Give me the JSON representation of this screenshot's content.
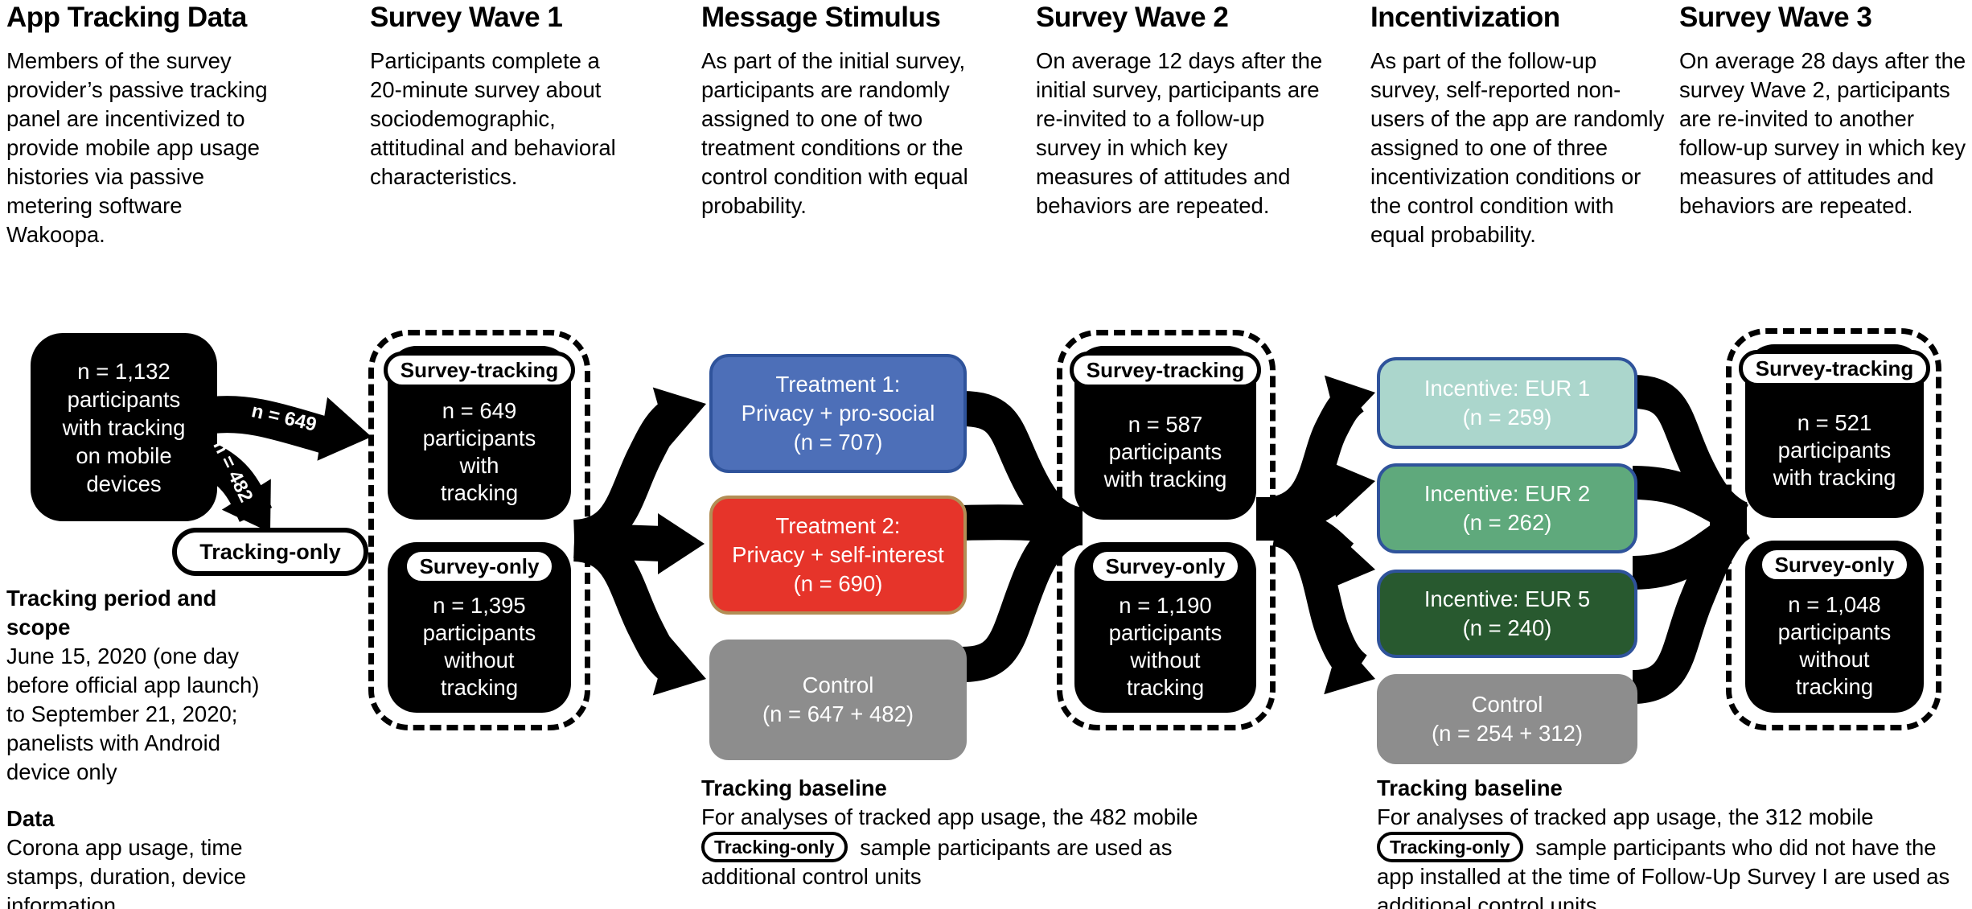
{
  "columns": [
    {
      "title": "App Tracking Data",
      "description": "Members of the survey provider’s passive tracking panel are incentivized to provide mobile app usage histories via passive metering software Wakoopa."
    },
    {
      "title": "Survey Wave 1",
      "description": "Participants complete a 20-minute survey about sociodemographic, attitudinal and behavioral characteristics."
    },
    {
      "title": "Message Stimulus",
      "description": "As part of the initial survey, participants are randomly assigned to one of two treatment conditions or the control condition with equal probability."
    },
    {
      "title": "Survey Wave 2",
      "description": "On average 12 days after the initial survey, participants are re-invited to a follow-up survey in which key measures of attitudes and behaviors are repeated."
    },
    {
      "title": "Incentivization",
      "description": "As part of the follow-up survey, self-reported non-users of the app are randomly assigned to one of three incentivization conditions or the control condition with equal probability."
    },
    {
      "title": "Survey Wave 3",
      "description": "On average 28 days after the survey Wave 2, participants are re-invited to another follow-up survey in which key measures of attitudes and behaviors are repeated."
    }
  ],
  "source_box": "n = 1,132\nparticipants\nwith tracking\non mobile\ndevices",
  "arrow_labels": {
    "to_wave1": "n = 649",
    "to_tracking_only": "n = 482"
  },
  "tracking_only_pill": "Tracking-only",
  "wave1": {
    "tracking_label": "Survey-tracking",
    "tracking_text": "n = 649\nparticipants\nwith\ntracking",
    "only_label": "Survey-only",
    "only_text": "n = 1,395\nparticipants\nwithout\ntracking"
  },
  "stimulus": {
    "treatment1": "Treatment 1:\nPrivacy + pro-social\n(n = 707)",
    "treatment2": "Treatment 2:\nPrivacy + self-interest\n(n = 690)",
    "control": "Control\n(n = 647 + 482)"
  },
  "wave2": {
    "tracking_label": "Survey-tracking",
    "tracking_text": "n = 587\nparticipants\nwith tracking",
    "only_label": "Survey-only",
    "only_text": "n = 1,190\nparticipants\nwithout\ntracking"
  },
  "incentives": {
    "eur1": "Incentive:  EUR 1\n(n = 259)",
    "eur2": "Incentive:  EUR 2\n(n = 262)",
    "eur5": "Incentive:  EUR 5\n(n = 240)",
    "control": "Control\n(n = 254 + 312)"
  },
  "wave3": {
    "tracking_label": "Survey-tracking",
    "tracking_text": "n = 521\nparticipants\nwith tracking",
    "only_label": "Survey-only",
    "only_text": "n = 1,048\nparticipants\nwithout\ntracking"
  },
  "notes": {
    "left": {
      "heading1": "Tracking period and scope",
      "body1": "June 15, 2020 (one day before official app launch) to September 21, 2020; panelists with Android device only",
      "heading2": "Data",
      "body2": "Corona app usage, time stamps, duration, device information"
    },
    "middle": {
      "heading": "Tracking baseline",
      "before_pill": "For analyses of tracked app usage, the 482 mobile",
      "pill": "Tracking-only",
      "after_pill": "sample participants are used as additional control units"
    },
    "right": {
      "heading": "Tracking baseline",
      "before_pill": "For analyses of tracked app usage, the 312 mobile",
      "pill": "Tracking-only",
      "after_pill": "sample participants who did not have the app installed at the time of Follow-Up Survey I are used as additional control units"
    }
  },
  "colors": {
    "treatment1_blue": "#4d6fb8",
    "treatment2_red": "#e6342a",
    "treatment2_border": "#b28e55",
    "control_gray": "#8d8d8d",
    "incentive_eur1_teal": "#abd6cc",
    "incentive_eur2_green": "#5fa97c",
    "incentive_eur5_darkgreen": "#28592f",
    "incentive_border_blue": "#2f539b",
    "flow_black": "#000000"
  }
}
